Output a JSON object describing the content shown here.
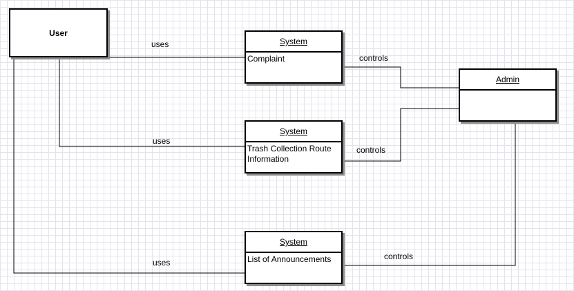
{
  "nodes": {
    "user": {
      "label": "User"
    },
    "complaint": {
      "header": "System",
      "body": "Complaint"
    },
    "trash": {
      "header": "System",
      "body": "Trash Collection Route\nInformation"
    },
    "announcements": {
      "header": "System",
      "body": "List of Announcements"
    },
    "admin": {
      "header": "Admin",
      "body": ""
    }
  },
  "edges": {
    "user_complaint": "uses",
    "user_trash": "uses",
    "user_announcements": "uses",
    "complaint_admin": "controls",
    "trash_admin": "controls",
    "announcements_admin": "controls"
  },
  "colors": {
    "line": "#000000",
    "grid": "#e3e3ec",
    "shadow": "#8c8c8c"
  }
}
